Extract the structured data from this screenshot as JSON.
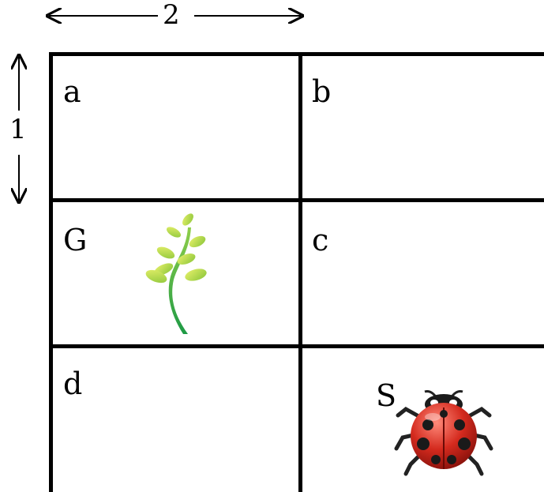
{
  "dimensions": {
    "width_label": "2",
    "height_label": "1"
  },
  "cells": [
    {
      "label": "a"
    },
    {
      "label": "b"
    },
    {
      "label": "G"
    },
    {
      "label": "c"
    },
    {
      "label": "d"
    },
    {
      "label": "S"
    }
  ],
  "icons": {
    "goal": "plant-sprout-icon",
    "start": "ladybug-icon"
  },
  "colors": {
    "grid": "#000000",
    "plant_stem": "#2aa84a",
    "plant_leaf": "#b6d633",
    "ladybug_body": "#d42a1e"
  }
}
